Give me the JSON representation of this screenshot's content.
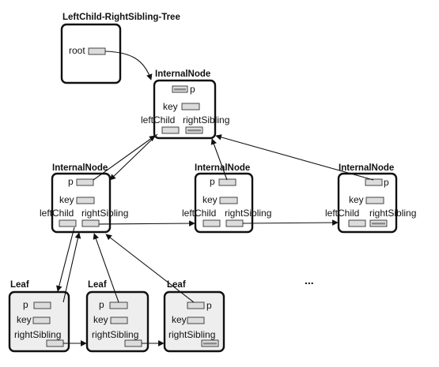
{
  "labels": {
    "tree_title": "LeftChild-RightSibling-Tree",
    "root": "root",
    "internal": "InternalNode",
    "leaf": "Leaf",
    "p": "p",
    "key": "key",
    "leftChild": "leftChild",
    "rightSibling": "rightSibling",
    "ellipsis": "..."
  },
  "colors": {
    "stroke": "#111111",
    "slot_fill": "#dcdcdc",
    "leaf_fill": "#eeeeee",
    "null_bar": "#8a8a8a"
  }
}
